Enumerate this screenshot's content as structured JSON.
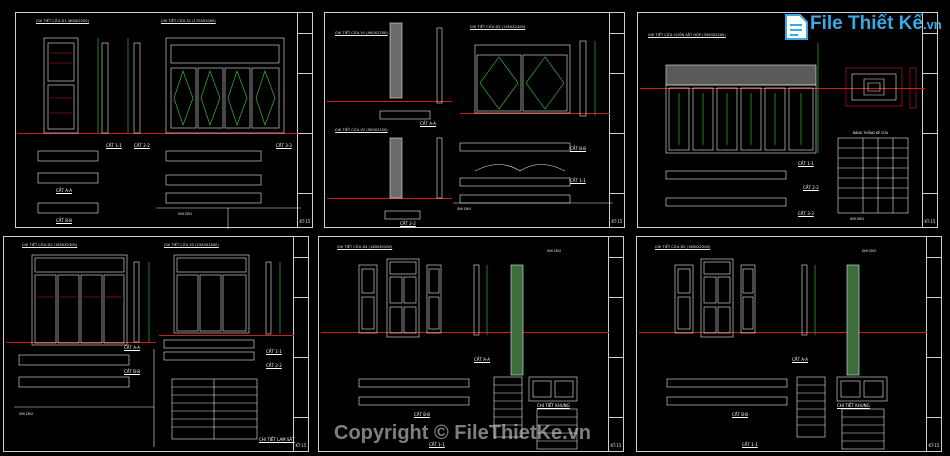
{
  "logo": {
    "brand": "File Thiết Kế",
    "suffix": ".vn"
  },
  "watermark": "Copyright © FileThietKe.vn",
  "colors": {
    "background": "#000000",
    "frame": "#cfcfcf",
    "accent_red": "#d21c1c",
    "logo_blue": "#39a8e8"
  },
  "sheets": [
    {
      "id": "s1",
      "sheet_no": "KT-15",
      "titles": [
        "CHI TIẾT CỬA D1 (800X2200)",
        "CHI TIẾT CỬA S1 (1700X2000)"
      ],
      "cuts": [
        "CẮT 1-1",
        "CẮT 2-2",
        "CẮT 3-3",
        "CẮT A-A",
        "CẮT B-B"
      ],
      "note": "GHI CHÚ"
    },
    {
      "id": "s2",
      "sheet_no": "KT-15",
      "titles": [
        "CHI TIẾT CỬA V1 (900X2700)",
        "CHI TIẾT CỬA D2 (1350X2200)",
        "CHI TIẾT CỬA V2 (900X2100)"
      ],
      "cuts": [
        "CẮT A-A",
        "CẮT B-B",
        "CẮT 1-1",
        "CẮT 2-2"
      ],
      "note": "GHI CHÚ"
    },
    {
      "id": "s3",
      "sheet_no": "KT-15",
      "titles": [
        "CHI TIẾT CỬA CUỐN SẮT HỘP (3500X2200)"
      ],
      "cuts": [
        "CẮT 1-1",
        "CẮT 2-2",
        "CẮT 3-3"
      ],
      "note": "GHI CHÚ",
      "table_title": "BẢNG THỐNG KÊ CỬA"
    },
    {
      "id": "s4",
      "sheet_no": "KT-15",
      "titles": [
        "CHI TIẾT CỬA D3 (1850X2300)",
        "CHI TIẾT CỬA S2 (1550X1800)"
      ],
      "cuts": [
        "CẮT A-A",
        "CẮT B-B",
        "CẮT 1-1",
        "CẮT 2-2",
        "CHI TIẾT LAM SẮT"
      ],
      "note": "GHI CHÚ"
    },
    {
      "id": "s5",
      "sheet_no": "KT-15",
      "titles": [
        "CHI TIẾT CỬA D4 (1800X2200)"
      ],
      "cuts": [
        "CẮT A-A",
        "CẮT B-B",
        "CẮT 1-1",
        "CHI TIẾT KHUNG"
      ],
      "note": "GHI CHÚ"
    },
    {
      "id": "s6",
      "sheet_no": "KT-15",
      "titles": [
        "CHI TIẾT CỬA D5 (1800X2200)"
      ],
      "cuts": [
        "CẮT A-A",
        "CẮT B-B",
        "CẮT 1-1",
        "CHI TIẾT KHUNG"
      ],
      "note": "GHI CHÚ"
    }
  ]
}
